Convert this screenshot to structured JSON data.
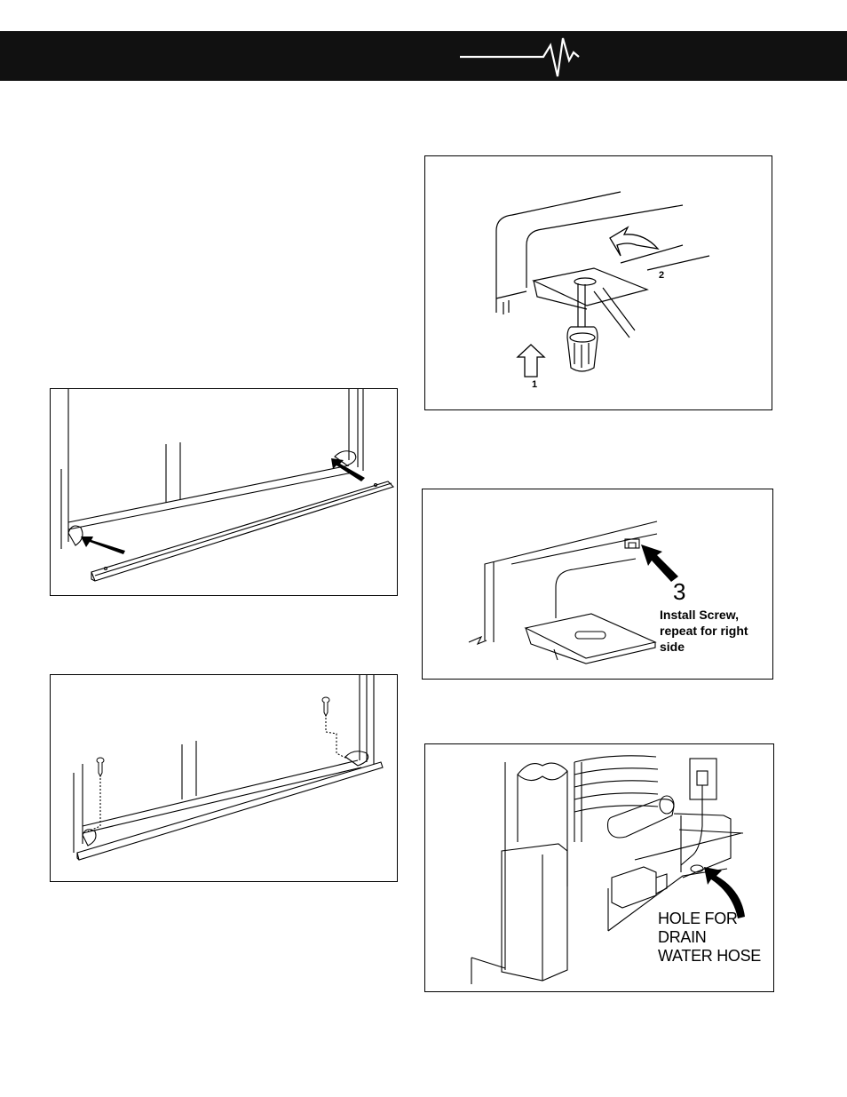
{
  "header": {
    "logo_icon": "heartbeat-pulse-icon",
    "bar_color": "#111111"
  },
  "fig_drain_tray": {
    "step_1": "1",
    "step_2": "2"
  },
  "fig_install_screw": {
    "step_3": "3",
    "instruction": "Install Screw, repeat for right side",
    "arrow_icon": "pointer-arrow-icon"
  },
  "fig_window_rail": {
    "arrow_icons": [
      "pointer-arrow-icon",
      "pointer-arrow-icon"
    ]
  },
  "fig_drain_hose": {
    "hole_label": "HOLE FOR DRAIN WATER HOSE"
  }
}
